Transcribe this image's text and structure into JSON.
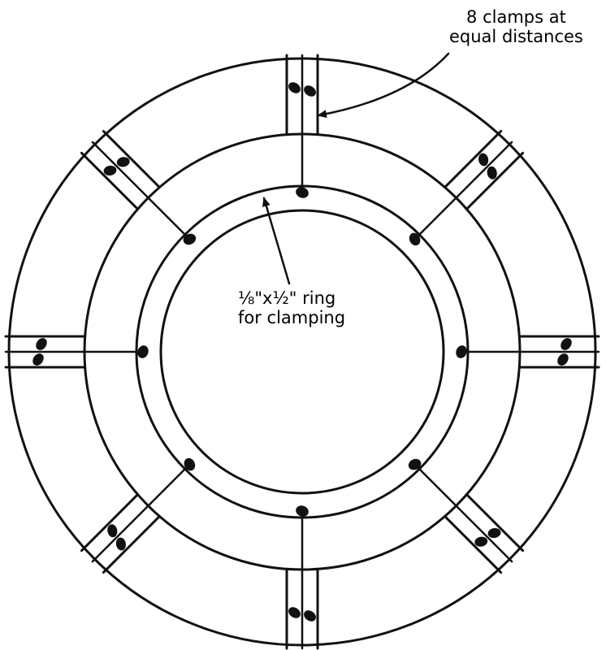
{
  "annotations": {
    "clamps": {
      "line1": "8 clamps at",
      "line2": "equal distances"
    },
    "ring": {
      "line1": "⅛\"x½\" ring",
      "line2": "for clamping"
    }
  },
  "clamps": {
    "count": 8,
    "angles_deg": [
      0,
      45,
      90,
      135,
      180,
      225,
      270,
      315
    ]
  },
  "colors": {
    "ink": "#111111",
    "background": "#ffffff"
  }
}
